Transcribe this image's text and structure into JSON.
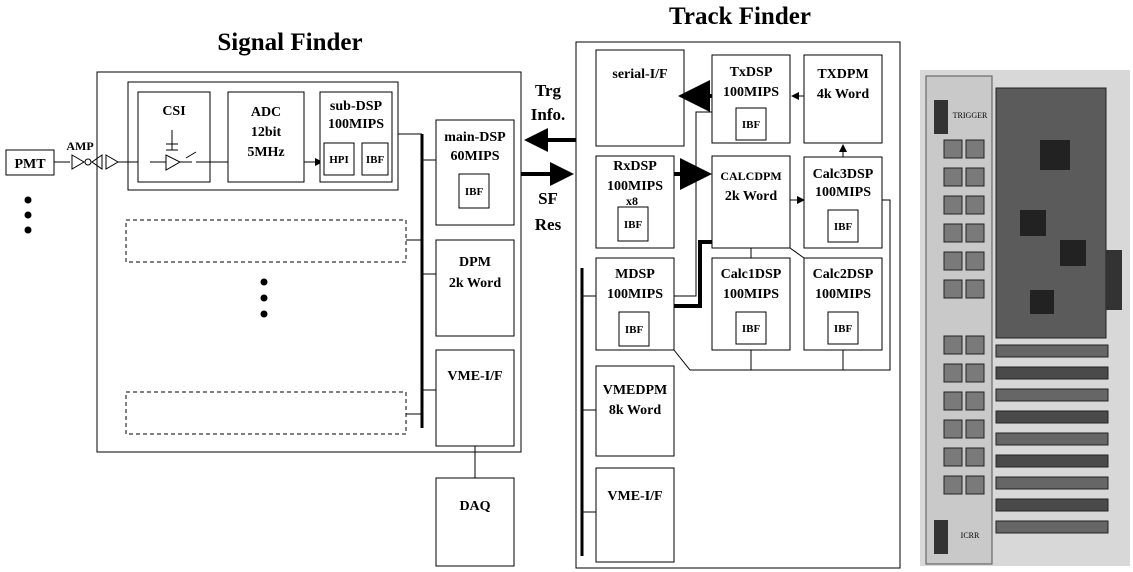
{
  "titles": {
    "signal_finder": "Signal Finder",
    "track_finder": "Track Finder"
  },
  "signal_finder": {
    "pmt": "PMT",
    "amp": "AMP",
    "csi": "CSI",
    "adc": [
      "ADC",
      "12bit",
      "5MHz"
    ],
    "sub_dsp": [
      "sub-DSP",
      "100MIPS"
    ],
    "hpi": "HPI",
    "ibf": "IBF",
    "main_dsp": [
      "main-DSP",
      "60MIPS"
    ],
    "dpm": [
      "DPM",
      "2k Word"
    ],
    "vme_if": "VME-I/F",
    "daq": "DAQ"
  },
  "link": {
    "trg": [
      "Trg",
      "Info."
    ],
    "sf": [
      "SF",
      "Res"
    ]
  },
  "track_finder": {
    "serial_if": "serial-I/F",
    "txdsp": [
      "TxDSP",
      "100MIPS"
    ],
    "txdpm": [
      "TXDPM",
      "4k Word"
    ],
    "rxdsp": [
      "RxDSP",
      "100MIPS",
      "x8"
    ],
    "calcdpm": [
      "CALCDPM",
      "2k Word"
    ],
    "calc3dsp": [
      "Calc3DSP",
      "100MIPS"
    ],
    "mdsp": [
      "MDSP",
      "100MIPS"
    ],
    "calc1dsp": [
      "Calc1DSP",
      "100MIPS"
    ],
    "calc2dsp": [
      "Calc2DSP",
      "100MIPS"
    ],
    "vmedpm": [
      "VMEDPM",
      "8k Word"
    ],
    "vme_if": "VME-I/F",
    "ibf": "IBF"
  },
  "photo": {
    "label_top": "TRIGGER",
    "label_bottom": "ICRR"
  }
}
